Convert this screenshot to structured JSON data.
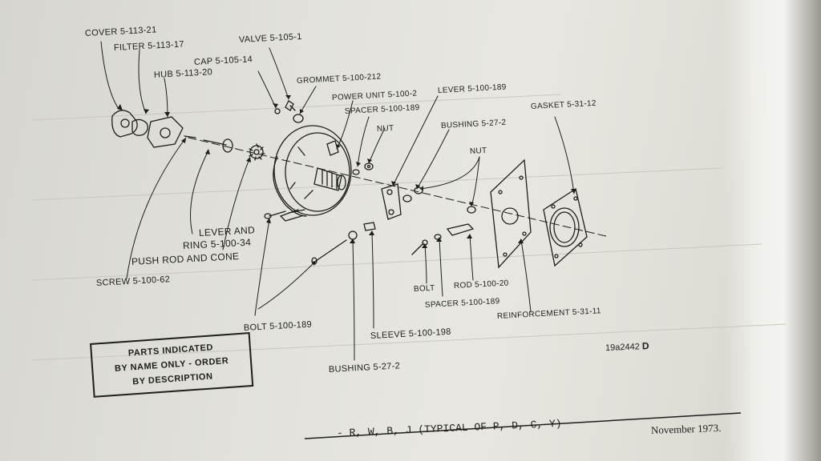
{
  "labels": {
    "cover": "COVER 5-113-21",
    "filter": "FILTER 5-113-17",
    "hub": "HUB 5-113-20",
    "cap": "CAP 5-105-14",
    "valve": "VALVE 5-105-1",
    "grommet": "GROMMET 5-100-212",
    "power_unit": "POWER UNIT 5-100-2",
    "spacer_top": "SPACER 5-100-189",
    "nut_top": "NUT",
    "lever": "LEVER 5-100-189",
    "bushing_top": "BUSHING 5-27-2",
    "nut_right": "NUT",
    "gasket": "GASKET 5-31-12",
    "lever_and": "LEVER AND",
    "ring": "RING 5-100-34",
    "push_rod": "PUSH ROD AND CONE",
    "screw": "SCREW 5-100-62",
    "bolt_mid": "BOLT",
    "rod": "ROD 5-100-20",
    "spacer_bottom": "SPACER 5-100-189",
    "reinforcement": "REINFORCEMENT 5-31-11",
    "bolt_bottom": "BOLT 5-100-189",
    "sleeve": "SLEEVE 5-100-198",
    "bushing_bottom": "BUSHING 5-27-2"
  },
  "note": {
    "line1": "PARTS INDICATED",
    "line2": "BY NAME ONLY - ORDER",
    "line3": "BY DESCRIPTION"
  },
  "figure_number": "19a2442",
  "figure_suffix": "D",
  "footer": {
    "title": "- R, W, B, J (TYPICAL OF P, D, C, Y)",
    "date": "November 1973."
  }
}
